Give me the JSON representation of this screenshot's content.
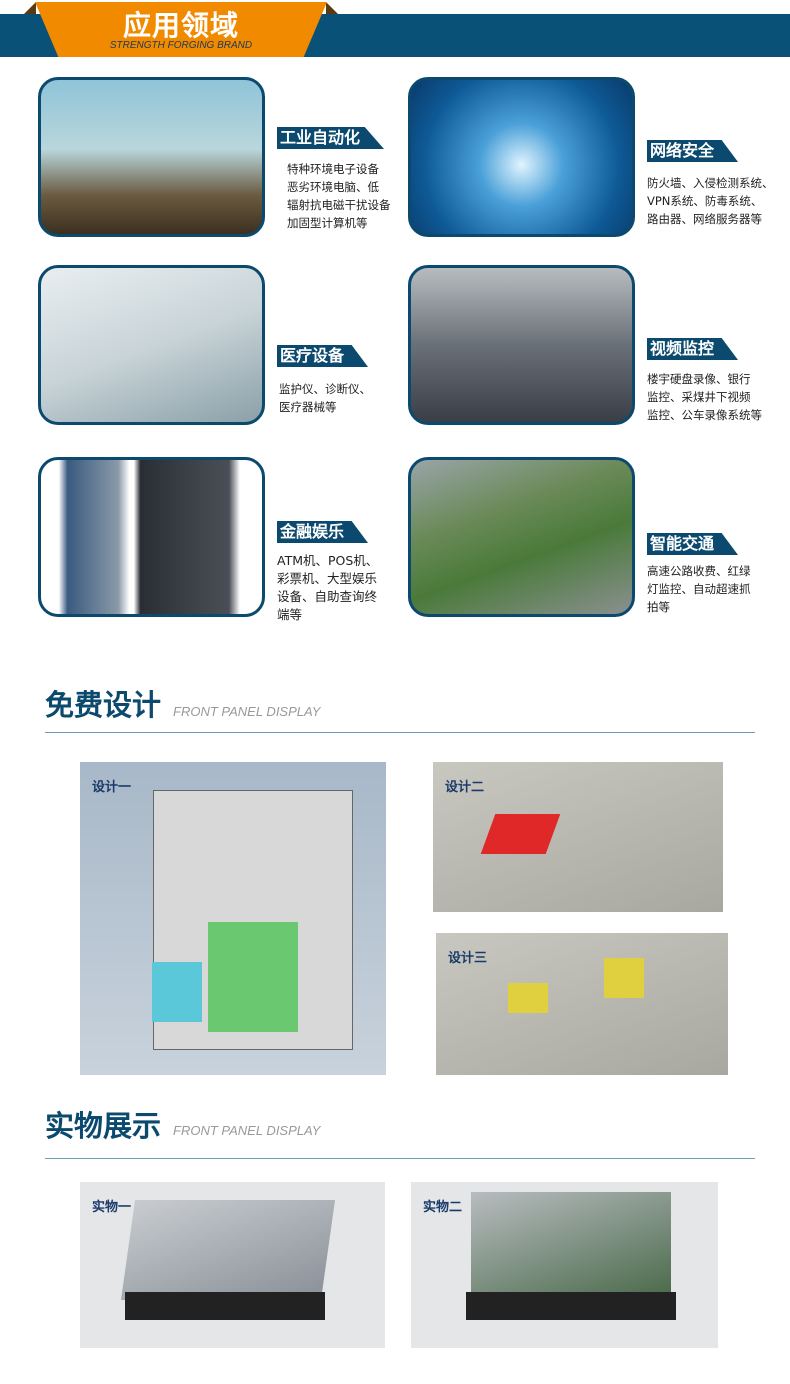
{
  "header": {
    "title": "应用领域",
    "subtitle": "STRENGTH FORGING BRAND"
  },
  "apps": [
    {
      "title": "工业自动化",
      "lines": [
        "特种环境电子设备",
        "恶劣环境电脑、低",
        "辐射抗电磁干扰设备",
        "加固型计算机等"
      ]
    },
    {
      "title": "网络安全",
      "lines": [
        "防火墙、入侵检测系统、",
        "VPN系统、防毒系统、",
        "路由器、网络服务器等"
      ]
    },
    {
      "title": "医疗设备",
      "lines": [
        "监护仪、诊断仪、",
        "医疗器械等"
      ]
    },
    {
      "title": "视频监控",
      "lines": [
        "楼宇硬盘录像、银行",
        "监控、采煤井下视频",
        "监控、公车录像系统等"
      ]
    },
    {
      "title": "金融娱乐",
      "lines": [
        "ATM机、POS机、",
        "彩票机、大型娱乐",
        "设备、自助查询终",
        "端等"
      ]
    },
    {
      "title": "智能交通",
      "lines": [
        "高速公路收费、红绿",
        "灯监控、自动超速抓",
        "拍等"
      ]
    }
  ],
  "design": {
    "title": "免费设计",
    "subtitle": "FRONT PANEL DISPLAY",
    "items": [
      "设计一",
      "设计二",
      "设计三"
    ]
  },
  "physical": {
    "title": "实物展示",
    "subtitle": "FRONT PANEL DISPLAY",
    "items": [
      "实物一",
      "实物二"
    ]
  },
  "colors": {
    "primary": "#0b4a6e",
    "accent": "#f28a00"
  }
}
